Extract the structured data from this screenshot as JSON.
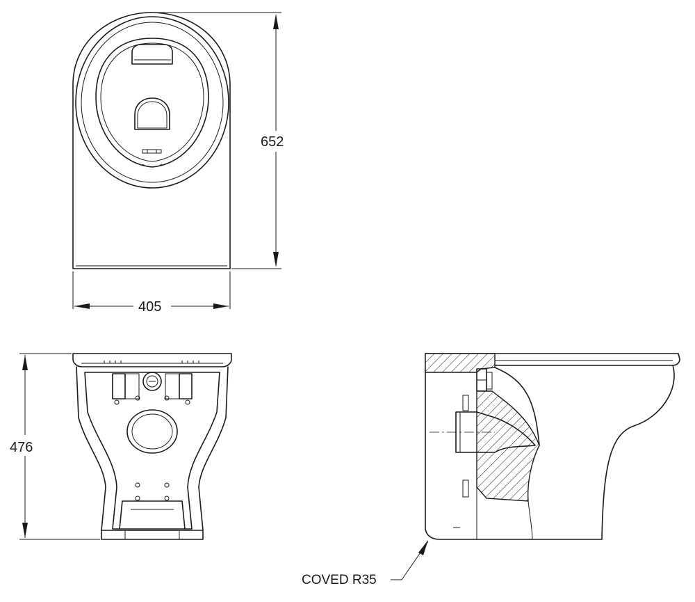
{
  "dimensions": {
    "plan_width": "405",
    "plan_depth": "652",
    "front_height": "476"
  },
  "annotations": {
    "coved_note": "COVED R35"
  }
}
